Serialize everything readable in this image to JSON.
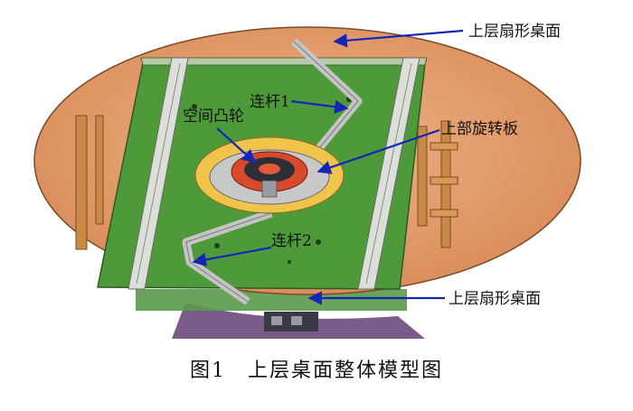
{
  "labels": {
    "top_desk": "上层扇形桌面",
    "link1": "连杆1",
    "cam": "空间凸轮",
    "rotate_plate": "上部旋转板",
    "link2": "连杆2",
    "bottom_desk": "上层扇形桌面"
  },
  "caption": "图1　上层桌面整体模型图",
  "colors": {
    "desk": "#e8a070",
    "plate": "#4e9a3a",
    "rail": "#d8dcd8",
    "cam_plate": "#f0c34a",
    "cam_ring": "#d84a2c",
    "arrow": "#1426b8",
    "link": "#b8b8b8"
  }
}
